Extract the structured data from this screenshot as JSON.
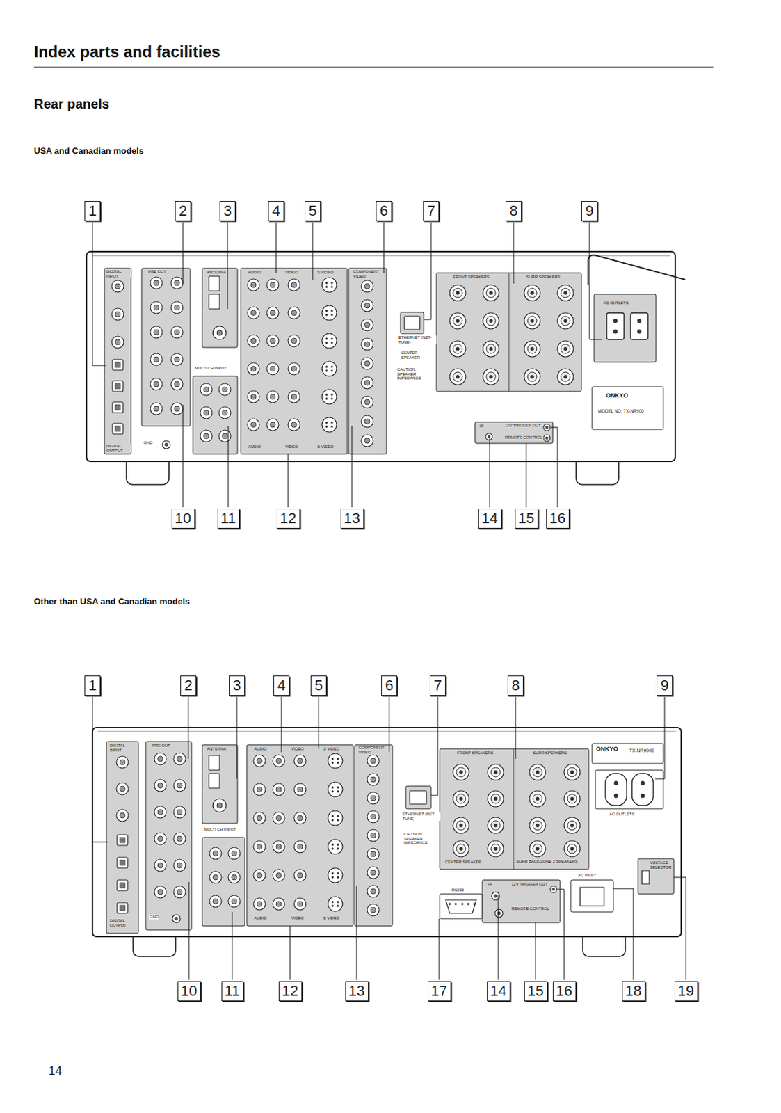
{
  "diagram": {
    "title": "Index parts and facilities",
    "nodes": [
      {
        "text": [
          "1"
        ]
      },
      {
        "text": [
          "2"
        ]
      },
      {
        "text": [
          "3"
        ]
      },
      {
        "text": [
          "4"
        ]
      },
      {
        "text": [
          "5"
        ]
      },
      {
        "text": [
          "6"
        ]
      },
      {
        "text": [
          "7"
        ]
      },
      {
        "text": [
          "8"
        ]
      },
      {
        "text": [
          "9"
        ]
      },
      {
        "text": [
          "10"
        ]
      },
      {
        "text": [
          "11"
        ]
      },
      {
        "text": [
          "12"
        ]
      },
      {
        "text": [
          "13"
        ]
      },
      {
        "text": [
          "14"
        ]
      },
      {
        "text": [
          "15"
        ]
      },
      {
        "text": [
          "16"
        ]
      },
      {
        "text": [
          "1"
        ]
      },
      {
        "text": [
          "2"
        ]
      },
      {
        "text": [
          "3"
        ]
      },
      {
        "text": [
          "4"
        ]
      },
      {
        "text": [
          "5"
        ]
      },
      {
        "text": [
          "6"
        ]
      },
      {
        "text": [
          "7"
        ]
      },
      {
        "text": [
          "8"
        ]
      },
      {
        "text": [
          "9"
        ]
      },
      {
        "text": [
          "10"
        ]
      },
      {
        "text": [
          "11"
        ]
      },
      {
        "text": [
          "12"
        ]
      },
      {
        "text": [
          "13"
        ]
      },
      {
        "text": [
          "17"
        ]
      },
      {
        "text": [
          "14"
        ]
      },
      {
        "text": [
          "15"
        ]
      },
      {
        "text": [
          "16"
        ]
      },
      {
        "text": [
          "18"
        ]
      },
      {
        "text": [
          "19"
        ]
      }
    ],
    "labels": [
      "Rear panels",
      "USA and Canadian models",
      "Other than USA and Canadian models",
      "DIGITAL INPUT",
      "PRE OUT",
      "ANTENNA",
      "AUDIO",
      "VIDEO",
      "S VIDEO",
      "COMPONENT VIDEO",
      "ETHERNET (NET-TUNE)",
      "CENTER SPEAKER",
      "CAUTION: SPEAKER IMPEDANCE",
      "FRONT SPEAKERS",
      "SURR SPEAKERS",
      "AC OUTLETS",
      "ONKYO",
      "MODEL NO. TX-NR900",
      "MULTI CH INPUT",
      "GND",
      "DIGITAL OUTPUT",
      "AUDIO",
      "VIDEO",
      "S VIDEO",
      "IR",
      "12V TRIGGER OUT",
      "REMOTE CONTROL",
      "DIGITAL INPUT",
      "PRE OUT",
      "ANTENNA",
      "AUDIO",
      "VIDEO",
      "S VIDEO",
      "COMPONENT VIDEO",
      "ONKYO",
      "TX-NR900E",
      "FRONT SPEAKERS",
      "SURR SPEAKERS",
      "AC OUTLETS",
      "ETHERNET (NET-TUNE)",
      "CAUTION: SPEAKER IMPEDANCE",
      "CENTER SPEAKER",
      "SURR BACK/ZONE 2 SPEAKERS",
      "MULTI CH INPUT",
      "GND",
      "DIGITAL OUTPUT",
      "AUDIO",
      "VIDEO",
      "S VIDEO",
      "RS232",
      "IR",
      "12V TRIGGER OUT",
      "REMOTE CONTROL",
      "AC INLET",
      "VOLTAGE SELECTOR",
      "14"
    ]
  }
}
